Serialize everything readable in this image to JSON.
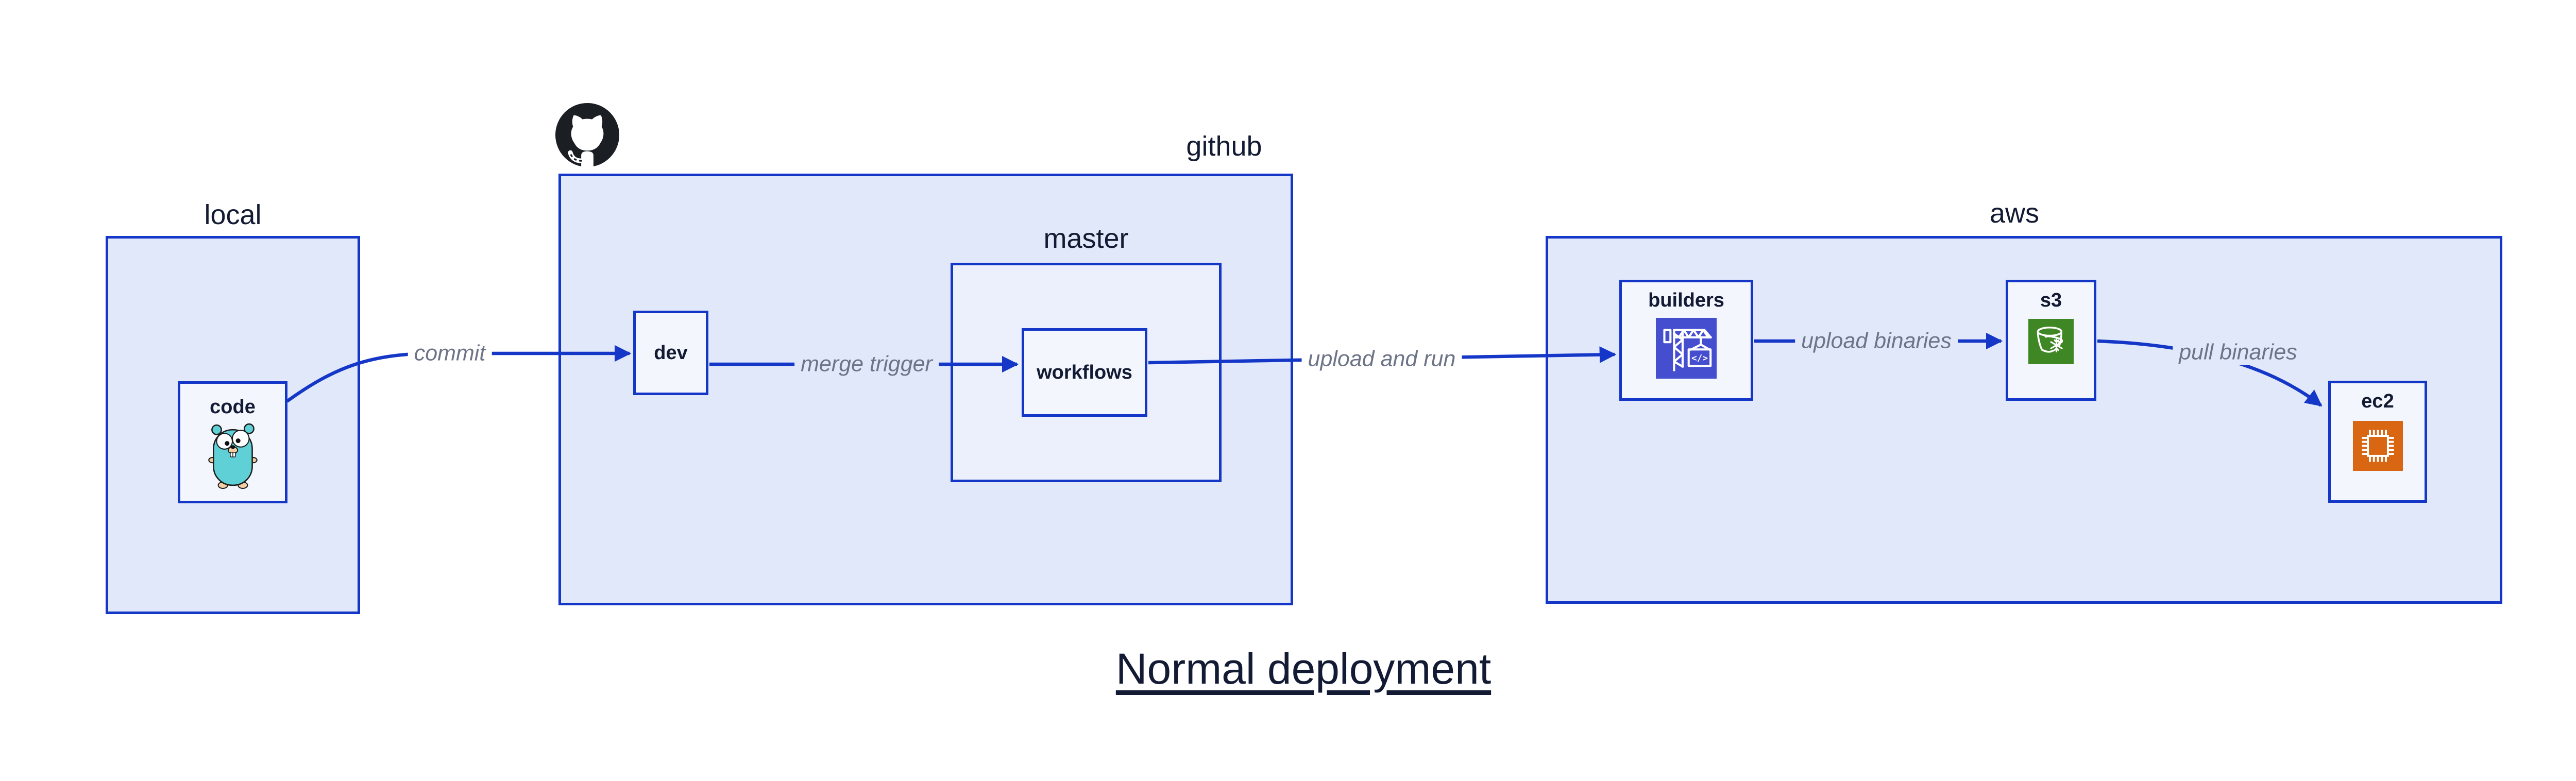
{
  "title": "Normal deployment",
  "groups": {
    "local": {
      "label": "local"
    },
    "github": {
      "label": "github"
    },
    "master": {
      "label": "master"
    },
    "aws": {
      "label": "aws"
    }
  },
  "nodes": {
    "code": {
      "label": "code",
      "icon": "go-gopher"
    },
    "dev": {
      "label": "dev"
    },
    "workflows": {
      "label": "workflows"
    },
    "builders": {
      "label": "builders",
      "icon": "aws-codebuild"
    },
    "s3": {
      "label": "s3",
      "icon": "aws-s3-glacier-bucket"
    },
    "ec2": {
      "label": "ec2",
      "icon": "aws-ec2-chip"
    }
  },
  "edges": {
    "commit": {
      "label": "commit",
      "from": "code",
      "to": "dev"
    },
    "merge_trigger": {
      "label": "merge trigger",
      "from": "dev",
      "to": "workflows"
    },
    "upload_and_run": {
      "label": "upload and run",
      "from": "workflows",
      "to": "builders"
    },
    "upload_binaries": {
      "label": "upload binaries",
      "from": "builders",
      "to": "s3"
    },
    "pull_binaries": {
      "label": "pull binaries",
      "from": "s3",
      "to": "ec2"
    }
  },
  "icons": {
    "github_logo": "github-octocat"
  },
  "theme": {
    "canvas_bg": "#ffffff",
    "border_blue": "#1437c8",
    "arrow_blue": "#1437c8",
    "group_fill": "#e1e8fa",
    "master_fill": "#ebf0fc",
    "node_fill": "#f3f6fd",
    "text_dark": "#131a33",
    "title_color": "#131a33",
    "label_gray": "#6d7487",
    "codebuild_bg": "#444ecf",
    "s3_green": "#3f8624",
    "ec2_orange": "#d86613",
    "gopher_teal": "#5fd0d6",
    "gopher_tan": "#f3cda4",
    "octocat_black": "#1b1f23"
  }
}
